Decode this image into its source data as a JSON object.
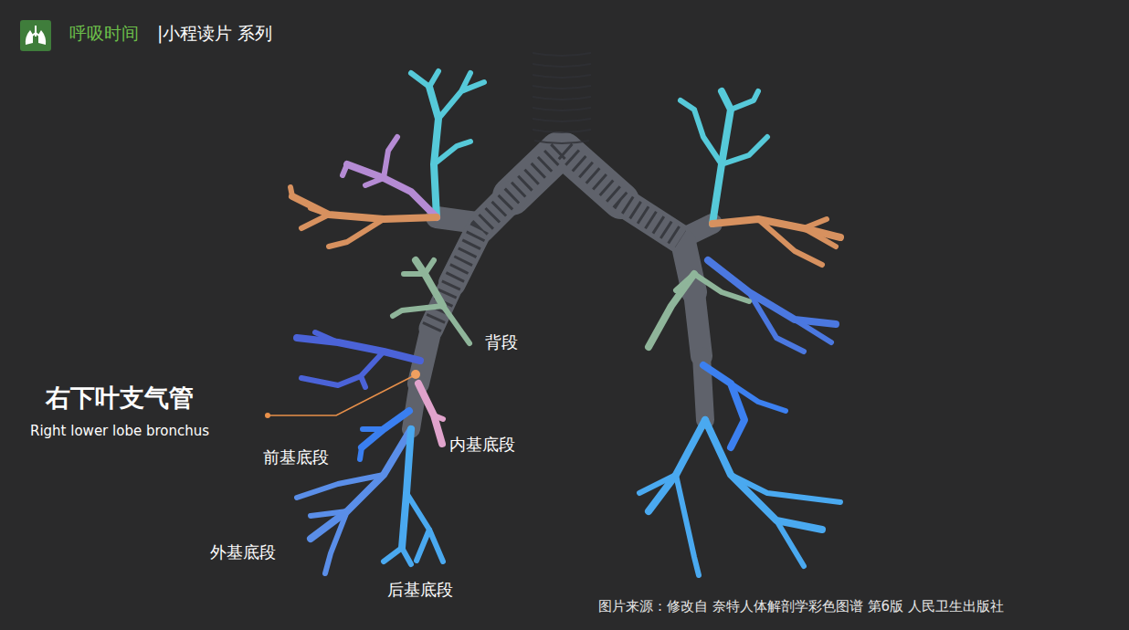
{
  "diagram": {
    "title": "呼吸时间",
    "caption": "图片来源：修改自 奈特人体解剖学彩色图谱 第6版 人民卫生出版社",
    "labels": [
      "|小程读片 系列",
      "背段",
      "右下叶支气管",
      "Right lower lobe bronchus",
      "前基底段",
      "内基底段",
      "外基底段",
      "后基底段"
    ]
  }
}
